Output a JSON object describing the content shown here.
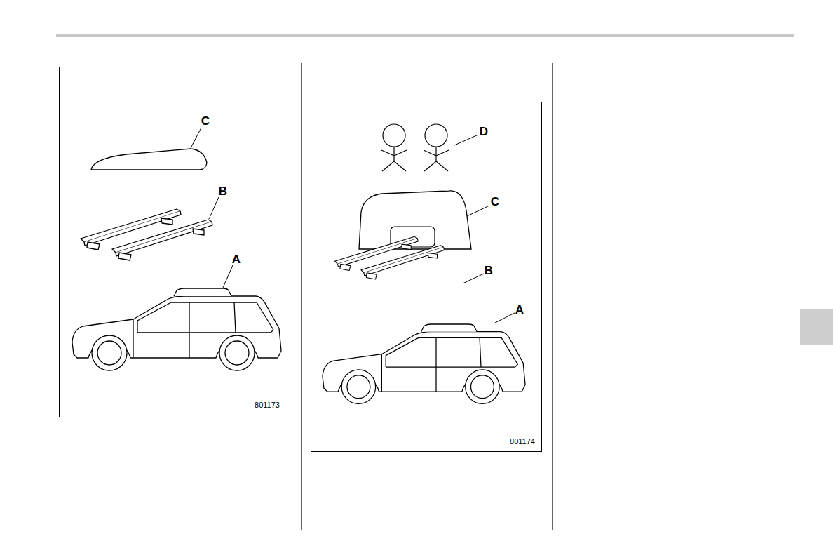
{
  "diagram": {
    "labels": [
      "C",
      "B",
      "A",
      "801173",
      "D",
      "C",
      "B",
      "A",
      "801174"
    ]
  }
}
